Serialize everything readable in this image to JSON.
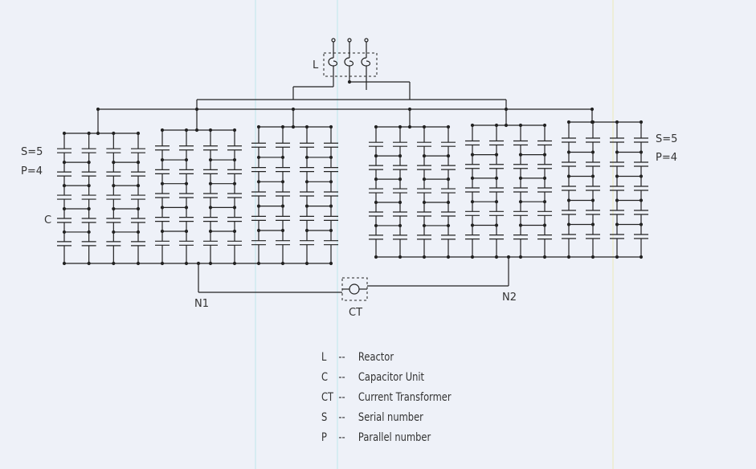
{
  "colors": {
    "background": "#eef1f8",
    "line": "#222222",
    "guide_cyan": "#bfe6ec",
    "guide_yellow": "#ece9b8"
  },
  "labels": {
    "reactor": "L",
    "s_left": "S=5",
    "p_left": "P=4",
    "c_left": "C",
    "s_right": "S=5",
    "p_right": "P=4",
    "n1": "N1",
    "n2": "N2",
    "ct": "CT"
  },
  "legend": [
    {
      "key": "L",
      "dash": "--",
      "text": "Reactor"
    },
    {
      "key": "C",
      "dash": "--",
      "text": "Capacitor Unit"
    },
    {
      "key": "CT",
      "dash": "--",
      "text": "Current Transformer"
    },
    {
      "key": "S",
      "dash": "--",
      "text": "Serial number"
    },
    {
      "key": "P",
      "dash": "--",
      "text": "Parallel number"
    }
  ]
}
